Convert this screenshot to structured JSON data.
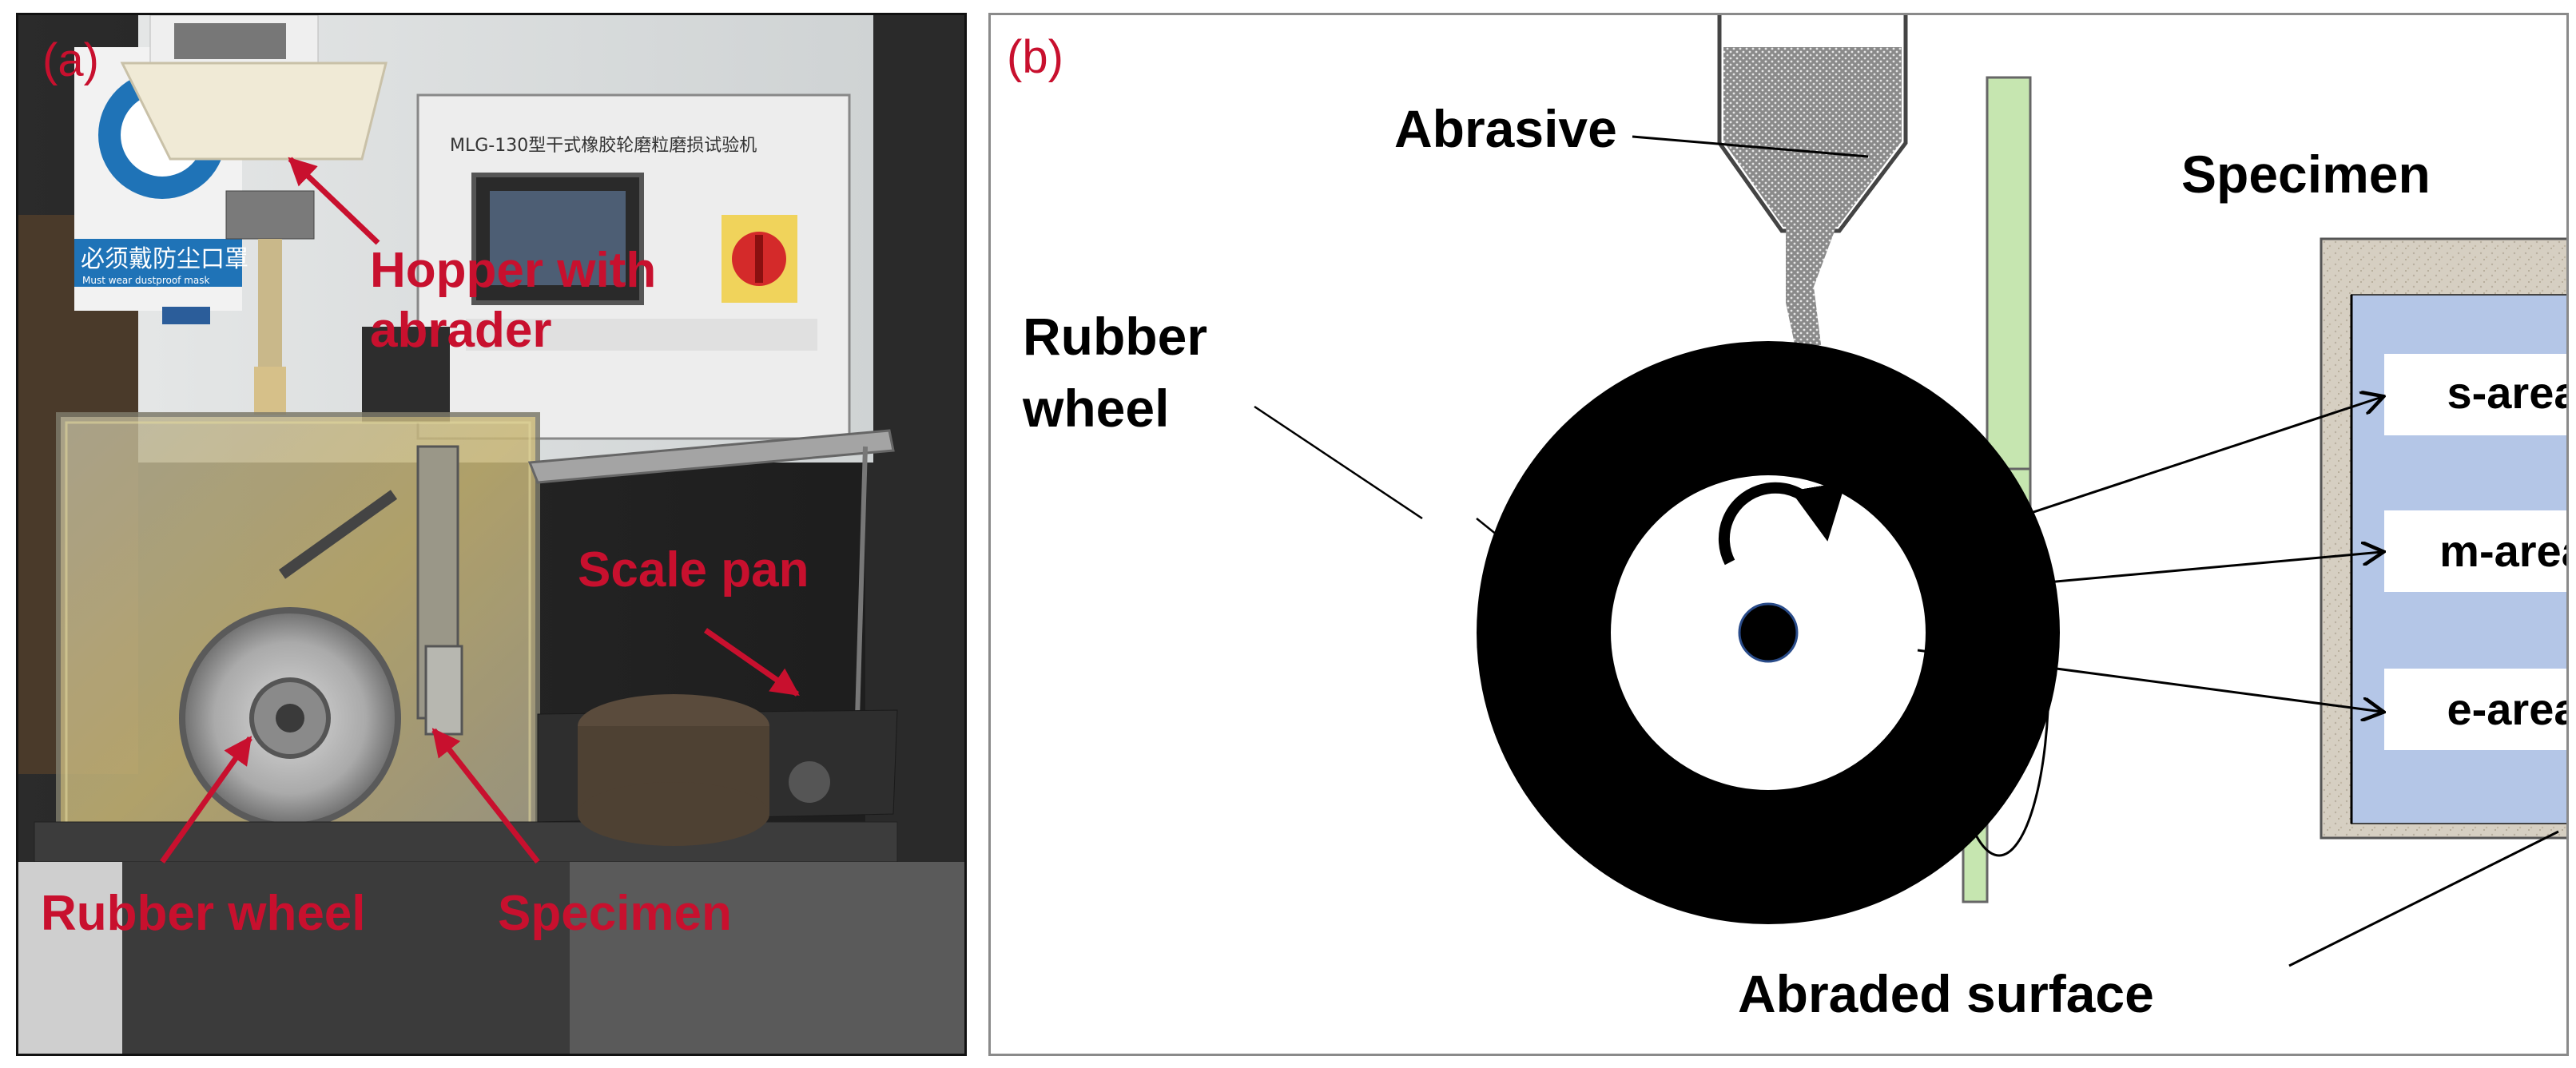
{
  "panel_a": {
    "letter": "(a)",
    "labels": {
      "hopper_line1": "Hopper with",
      "hopper_line2": "abrader",
      "scale_pan": "Scale pan",
      "rubber_wheel": "Rubber wheel",
      "specimen": "Specimen"
    },
    "machine_plate": "MLG-130型干式橡胶轮磨粒磨损试验机",
    "warning_sign_cn": "必须戴防尘口罩",
    "warning_sign_en": "Must wear dustproof mask"
  },
  "panel_b": {
    "letter": "(b)",
    "labels": {
      "abrasive": "Abrasive",
      "specimen": "Specimen",
      "rubber_line1": "Rubber",
      "rubber_line2": "wheel",
      "s_area": "s-area",
      "m_area": "m-area",
      "e_area": "e-area",
      "abraded_surface": "Abraded surface"
    }
  },
  "colors": {
    "red_label": "#c8102e",
    "green_holder": "#c6e6b0",
    "blue_specimen": "#b4c6e7",
    "beige_frame": "#d6cfc2"
  }
}
